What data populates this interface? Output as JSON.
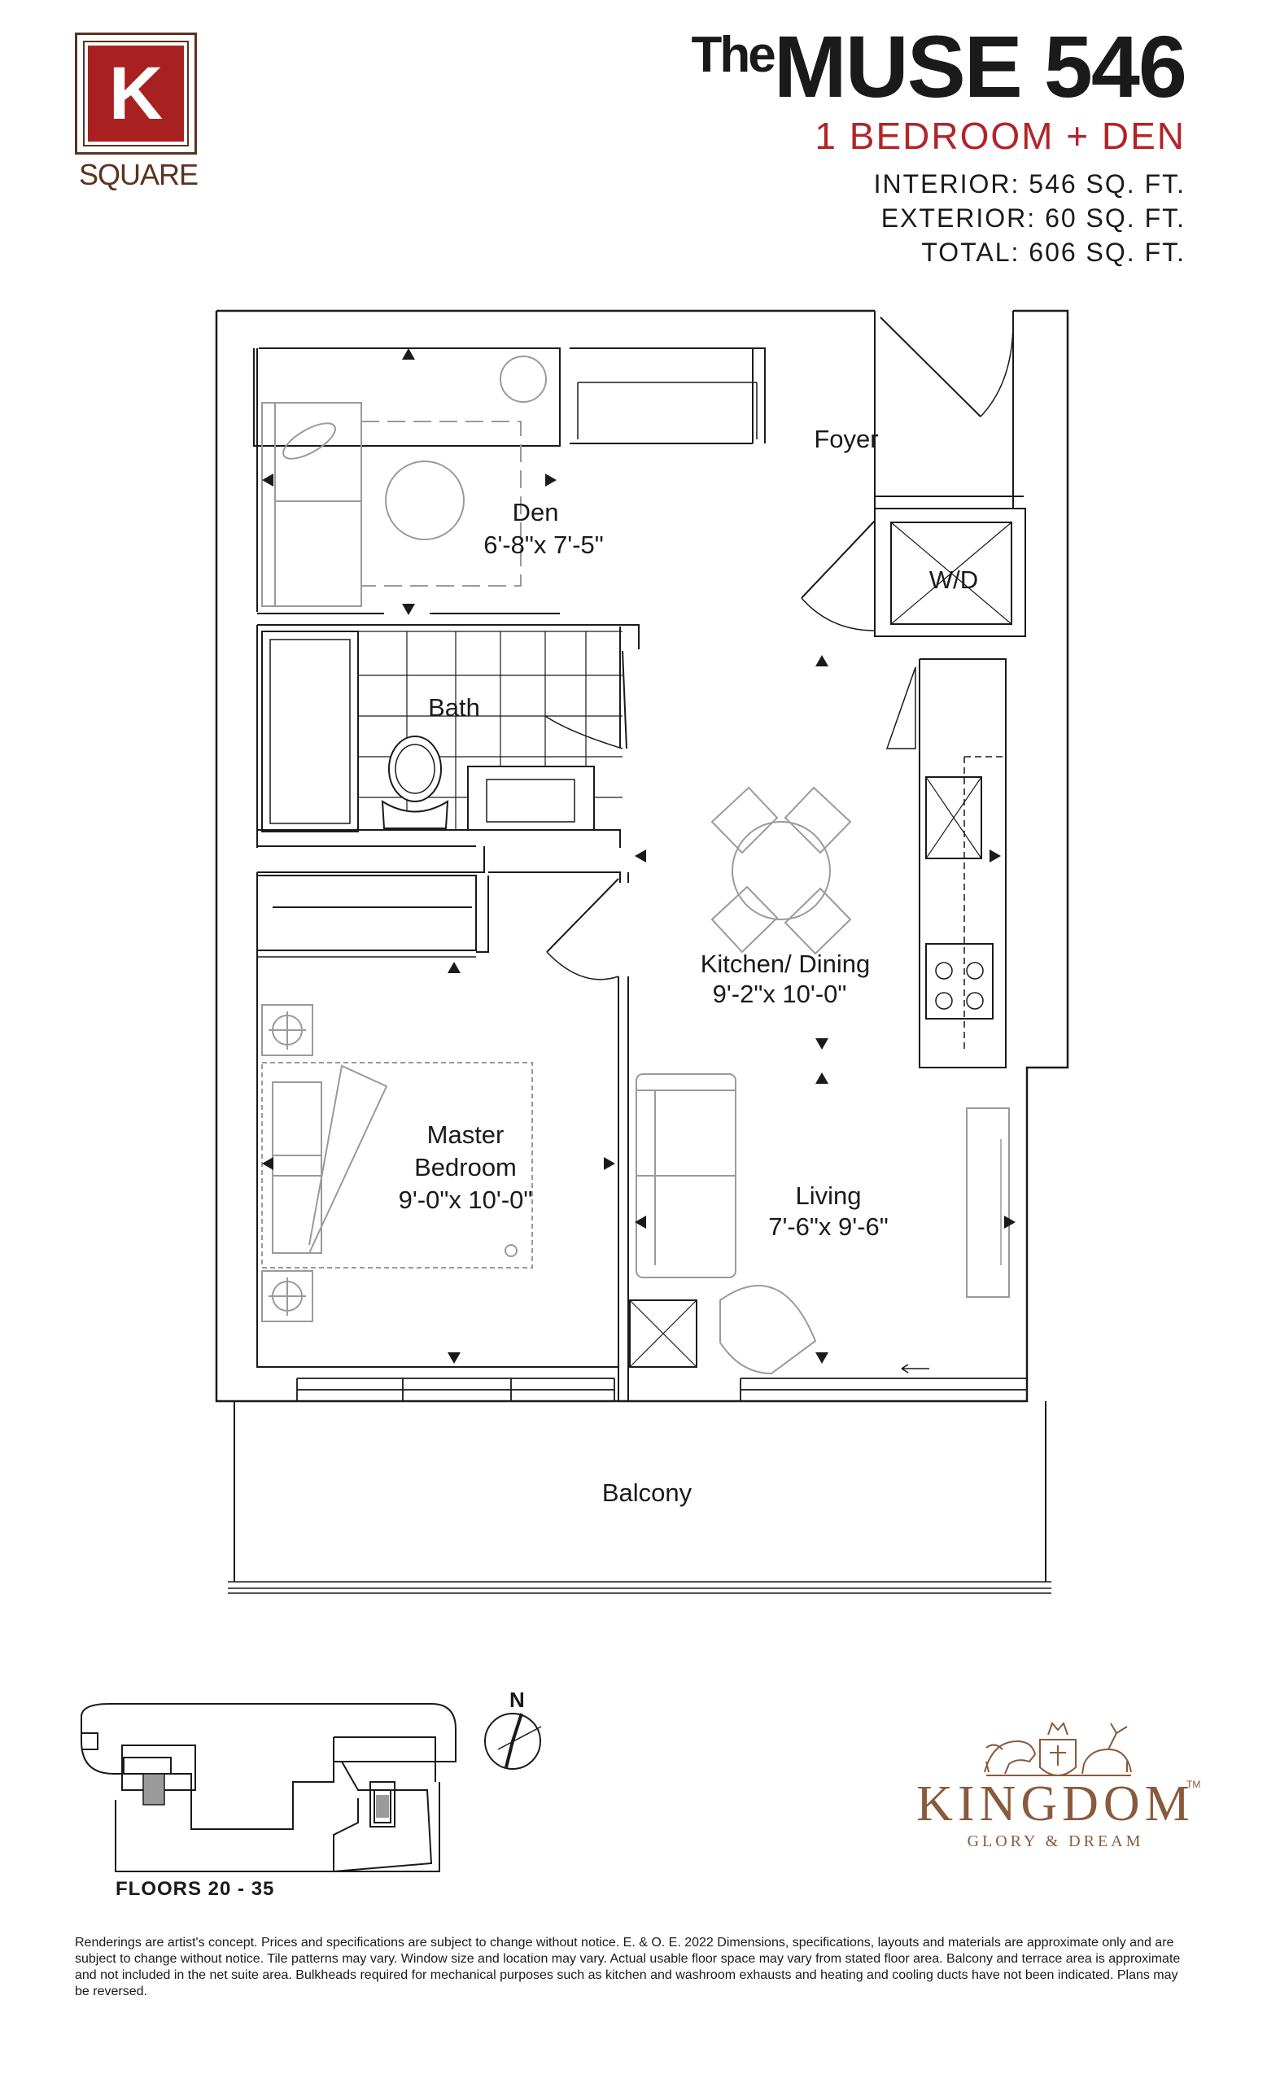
{
  "logo": {
    "letter": "K",
    "word": "SQUARE",
    "colors": {
      "red": "#a8201f",
      "brown": "#5a3320"
    }
  },
  "header": {
    "title_prefix": "The",
    "title_main": "MUSE 546",
    "subtitle": "1 BEDROOM + DEN",
    "interior": "INTERIOR: 546 SQ. FT.",
    "exterior": "EXTERIOR: 60 SQ. FT.",
    "total": "TOTAL: 606 SQ. FT.",
    "accent_color": "#b22428"
  },
  "rooms": {
    "foyer": "Foyer",
    "den_name": "Den",
    "den_size": "6'-8\"x 7'-5\"",
    "wd": "W/D",
    "bath": "Bath",
    "kitchen_name": "Kitchen/ Dining",
    "kitchen_size": "9'-2\"x 10'-0\"",
    "master_line1": "Master",
    "master_line2": "Bedroom",
    "master_size": "9'-0\"x 10'-0\"",
    "living_name": "Living",
    "living_size": "7'-6\"x 9'-6\"",
    "balcony": "Balcony"
  },
  "keyplan": {
    "floors_label": "FLOORS 20 - 35",
    "north": "N"
  },
  "brand": {
    "name": "KINGDOM",
    "tm": "TM",
    "tagline": "GLORY & DREAM",
    "color": "#8a5a3c"
  },
  "disclaimer": "Renderings are artist's concept. Prices and specifications are subject to change without notice. E. & O. E. 2022 Dimensions, specifications, layouts and materials are approximate only and are subject to change without notice. Tile patterns may vary. Window size and location may vary. Actual usable floor space may vary from stated floor area. Balcony and terrace area is approximate and not included in the net suite area. Bulkheads required for mechanical purposes such as kitchen and washroom exhausts and heating and cooling ducts have not been indicated. Plans may be reversed."
}
